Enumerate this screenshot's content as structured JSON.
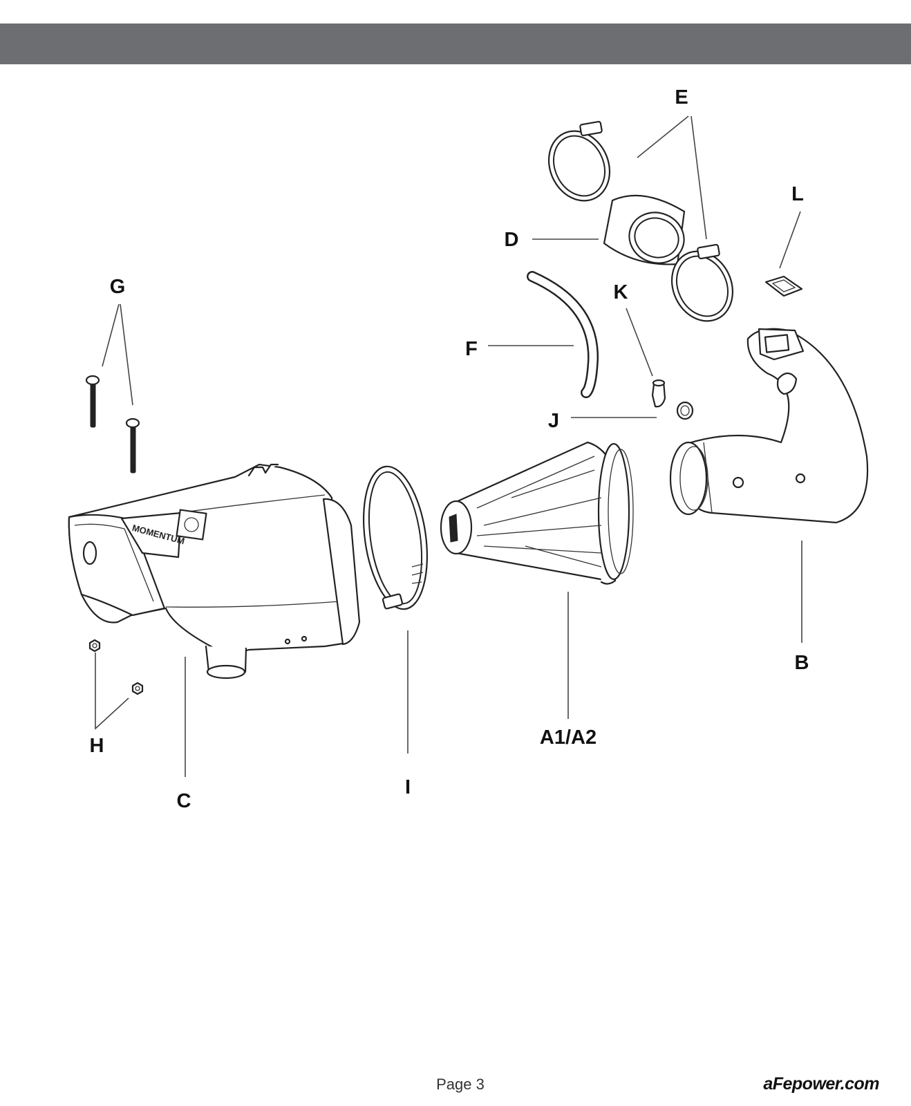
{
  "document": {
    "page_label": "Page 3",
    "website": "aFepower.com"
  },
  "parts": {
    "A": "A1/A2",
    "B": "B",
    "C": "C",
    "D": "D",
    "E": "E",
    "F": "F",
    "G": "G",
    "H": "H",
    "I": "I",
    "J": "J",
    "K": "K",
    "L": "L"
  },
  "colors": {
    "header_bar": "#6d6e71",
    "line_art": "#222222"
  }
}
